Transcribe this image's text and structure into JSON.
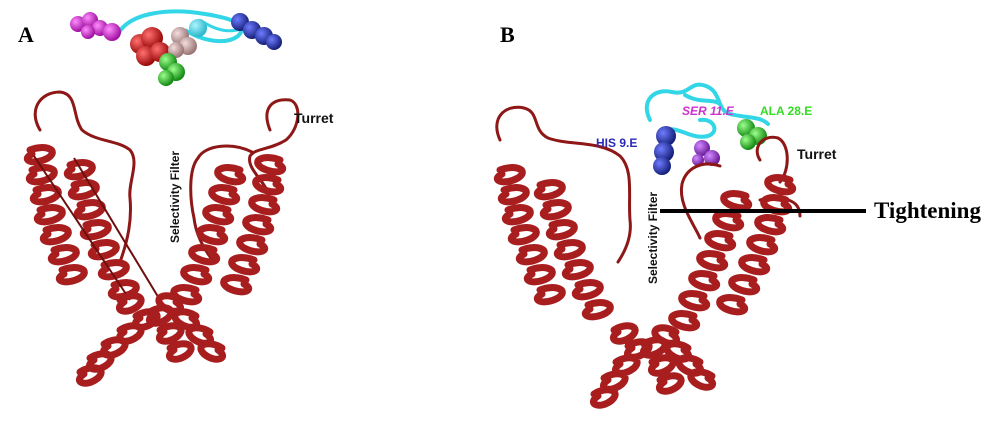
{
  "panels": [
    {
      "letter": "A",
      "labels": {
        "turret": "Turret",
        "selectivity_filter": "Selectivity Filter"
      }
    },
    {
      "letter": "B",
      "labels": {
        "turret": "Turret",
        "selectivity_filter": "Selectivity Filter",
        "tightening": "Tightening"
      },
      "residues": [
        {
          "name": "HIS 9.E",
          "color": "#2a2ab8"
        },
        {
          "name": "SER 11.E",
          "color": "#cc33cc"
        },
        {
          "name": "ALA 28.E",
          "color": "#33dd22"
        }
      ]
    }
  ],
  "colors": {
    "protein": "#a81e1e",
    "protein_dark": "#6e0f0f",
    "toxin_backbone": "#33d6e6",
    "blue_atoms": "#2233aa",
    "magenta_atoms": "#dd22dd",
    "red_atoms": "#dd1111",
    "green_atoms": "#22cc22",
    "pink_atoms": "#d8b0b0",
    "purple_atoms": "#9933cc"
  }
}
